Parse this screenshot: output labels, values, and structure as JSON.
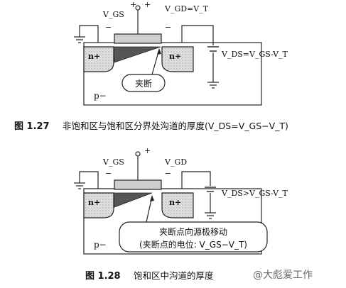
{
  "figure_1": {
    "vgs_label": "V_GS",
    "vgd_label": "V_GD=V_T",
    "vds_label": "V_DS=V_GS-V_T",
    "gate_plus_left": "+",
    "gate_plus_right": "+",
    "minus_left": "−",
    "minus_right": "−",
    "source_region": "n+",
    "drain_region": "n+",
    "substrate": "p−",
    "pinchoff_label": "夹断",
    "caption_number": "图 1.27",
    "caption_text": "非饱和区与饱和区分界处沟道的厚度(V_DS=V_GS−V_T)"
  },
  "figure_2": {
    "vgs_label": "V_GS",
    "vgd_label": "V_GD",
    "vds_label": "V_DS>V_GS-V_T",
    "gate_plus": "+",
    "minus_left": "−",
    "minus_right": "−",
    "source_region": "n+",
    "drain_region": "n+",
    "substrate": "p−",
    "callout_line1": "夹断点向源极移动",
    "callout_line2": "(夹断点的电位: V_GS−V_T)",
    "caption_number": "图 1.28",
    "caption_text": "饱和区中沟道的厚度"
  },
  "watermark": "@大彪爱工作"
}
